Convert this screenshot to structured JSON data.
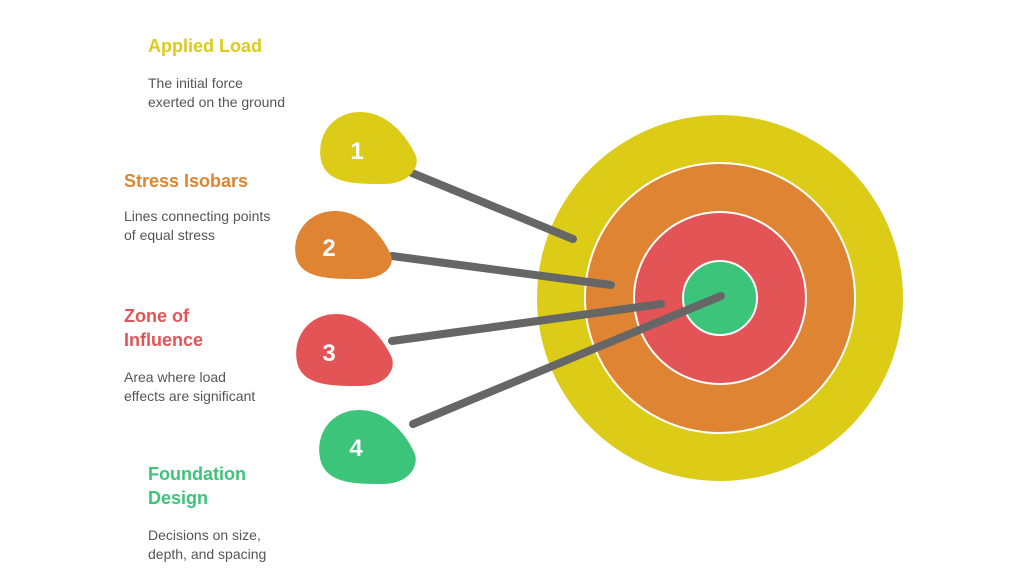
{
  "colors": {
    "yellow": "#DCCB17",
    "orange": "#DE8432",
    "red": "#E35456",
    "green": "#3BC47A",
    "line": "#666666"
  },
  "items": [
    {
      "number": "1",
      "title": "Applied Load",
      "description": "The initial force exerted on the ground",
      "color": "#DCCB17"
    },
    {
      "number": "2",
      "title": "Stress Isobars",
      "description": "Lines connecting points of equal stress",
      "color": "#DE8432"
    },
    {
      "number": "3",
      "title": "Zone of Influence",
      "description": "Area where load effects are significant",
      "color": "#E35456"
    },
    {
      "number": "4",
      "title": "Foundation Design",
      "description": "Decisions on size, depth, and spacing",
      "color": "#3BC47A"
    }
  ]
}
